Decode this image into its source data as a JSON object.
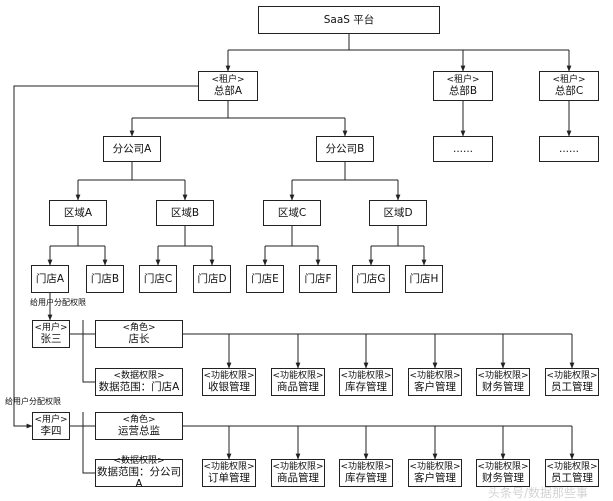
{
  "colors": {
    "line": "#222222",
    "box_border": "#222222",
    "background": "#ffffff"
  },
  "platform": {
    "label": "SaaS 平台"
  },
  "tenants": [
    {
      "tag": "<租户>",
      "name": "总部A"
    },
    {
      "tag": "<租户>",
      "name": "总部B"
    },
    {
      "tag": "<租户>",
      "name": "总部C"
    }
  ],
  "ellipsis": "......",
  "branches": [
    "分公司A",
    "分公司B"
  ],
  "regions": [
    "区域A",
    "区域B",
    "区域C",
    "区域D"
  ],
  "stores": [
    "门店A",
    "门店B",
    "门店C",
    "门店D",
    "门店E",
    "门店F",
    "门店G",
    "门店H"
  ],
  "assign_label": "给用户分配权限",
  "users": [
    {
      "tag": "<用户>",
      "name": "张三",
      "role_tag": "<角色>",
      "role": "店长",
      "data_tag": "<数据权限>",
      "data_scope": "数据范围：门店A",
      "func_tag": "<功能权限>",
      "functions": [
        "收银管理",
        "商品管理",
        "库存管理",
        "客户管理",
        "财务管理",
        "员工管理"
      ]
    },
    {
      "tag": "<用户>",
      "name": "李四",
      "role_tag": "<角色>",
      "role": "运营总监",
      "data_tag": "<数据权限>",
      "data_scope": "数据范围：分公司A",
      "func_tag": "<功能权限>",
      "functions": [
        "订单管理",
        "商品管理",
        "库存管理",
        "客户管理",
        "财务管理",
        "员工管理"
      ]
    }
  ],
  "watermark": "头条号/数据那些事"
}
